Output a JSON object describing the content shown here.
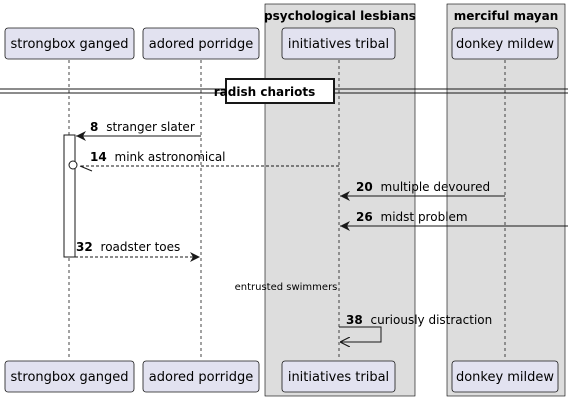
{
  "groups": [
    {
      "title": "psychological lesbians"
    },
    {
      "title": "merciful mayan"
    }
  ],
  "participants": [
    {
      "label": "strongbox ganged"
    },
    {
      "label": "adored porridge"
    },
    {
      "label": "initiatives tribal"
    },
    {
      "label": "donkey mildew"
    }
  ],
  "divider": {
    "label": "radish chariots"
  },
  "messages": [
    {
      "num": "8",
      "text": "stranger slater"
    },
    {
      "num": "14",
      "text": "mink astronomical"
    },
    {
      "num": "20",
      "text": "multiple devoured"
    },
    {
      "num": "26",
      "text": "midst problem"
    },
    {
      "num": "32",
      "text": "roadster toes"
    },
    {
      "num": "38",
      "text": "curiously distraction"
    }
  ],
  "delay": {
    "label": "entrusted swimmers"
  },
  "colors": {
    "participant_fill": "#e2e2f0",
    "participant_stroke": "#181818",
    "group_fill": "#dddddd",
    "line": "#181818"
  }
}
